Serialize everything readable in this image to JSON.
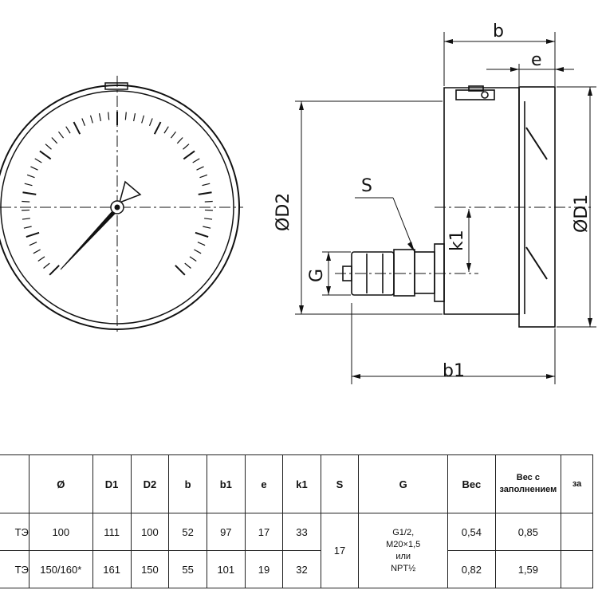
{
  "drawing": {
    "labels": {
      "b": "b",
      "e": "e",
      "S": "S",
      "D2": "ØD2",
      "D1": "ØD1",
      "k1": "k1",
      "G": "G",
      "b1": "b1"
    }
  },
  "table": {
    "headers": {
      "model": "",
      "diameter": "Ø",
      "D1": "D1",
      "D2": "D2",
      "b": "b",
      "b1": "b1",
      "e": "e",
      "k1": "k1",
      "S": "S",
      "G": "G",
      "weight": "Вес",
      "weight_filled": "Вес с заполнением",
      "extra": "за"
    },
    "rows": [
      {
        "model": "ТЭ",
        "diameter": "100",
        "D1": "111",
        "D2": "100",
        "b": "52",
        "b1": "97",
        "e": "17",
        "k1": "33",
        "weight": "0,54",
        "weight_filled": "0,85"
      },
      {
        "model": "ТЭ",
        "diameter": "150/160*",
        "D1": "161",
        "D2": "150",
        "b": "55",
        "b1": "101",
        "e": "19",
        "k1": "32",
        "weight": "0,82",
        "weight_filled": "1,59"
      }
    ],
    "shared": {
      "S": "17",
      "G_lines": [
        "G1/2,",
        "M20×1,5",
        "или",
        "NPT½"
      ]
    }
  }
}
